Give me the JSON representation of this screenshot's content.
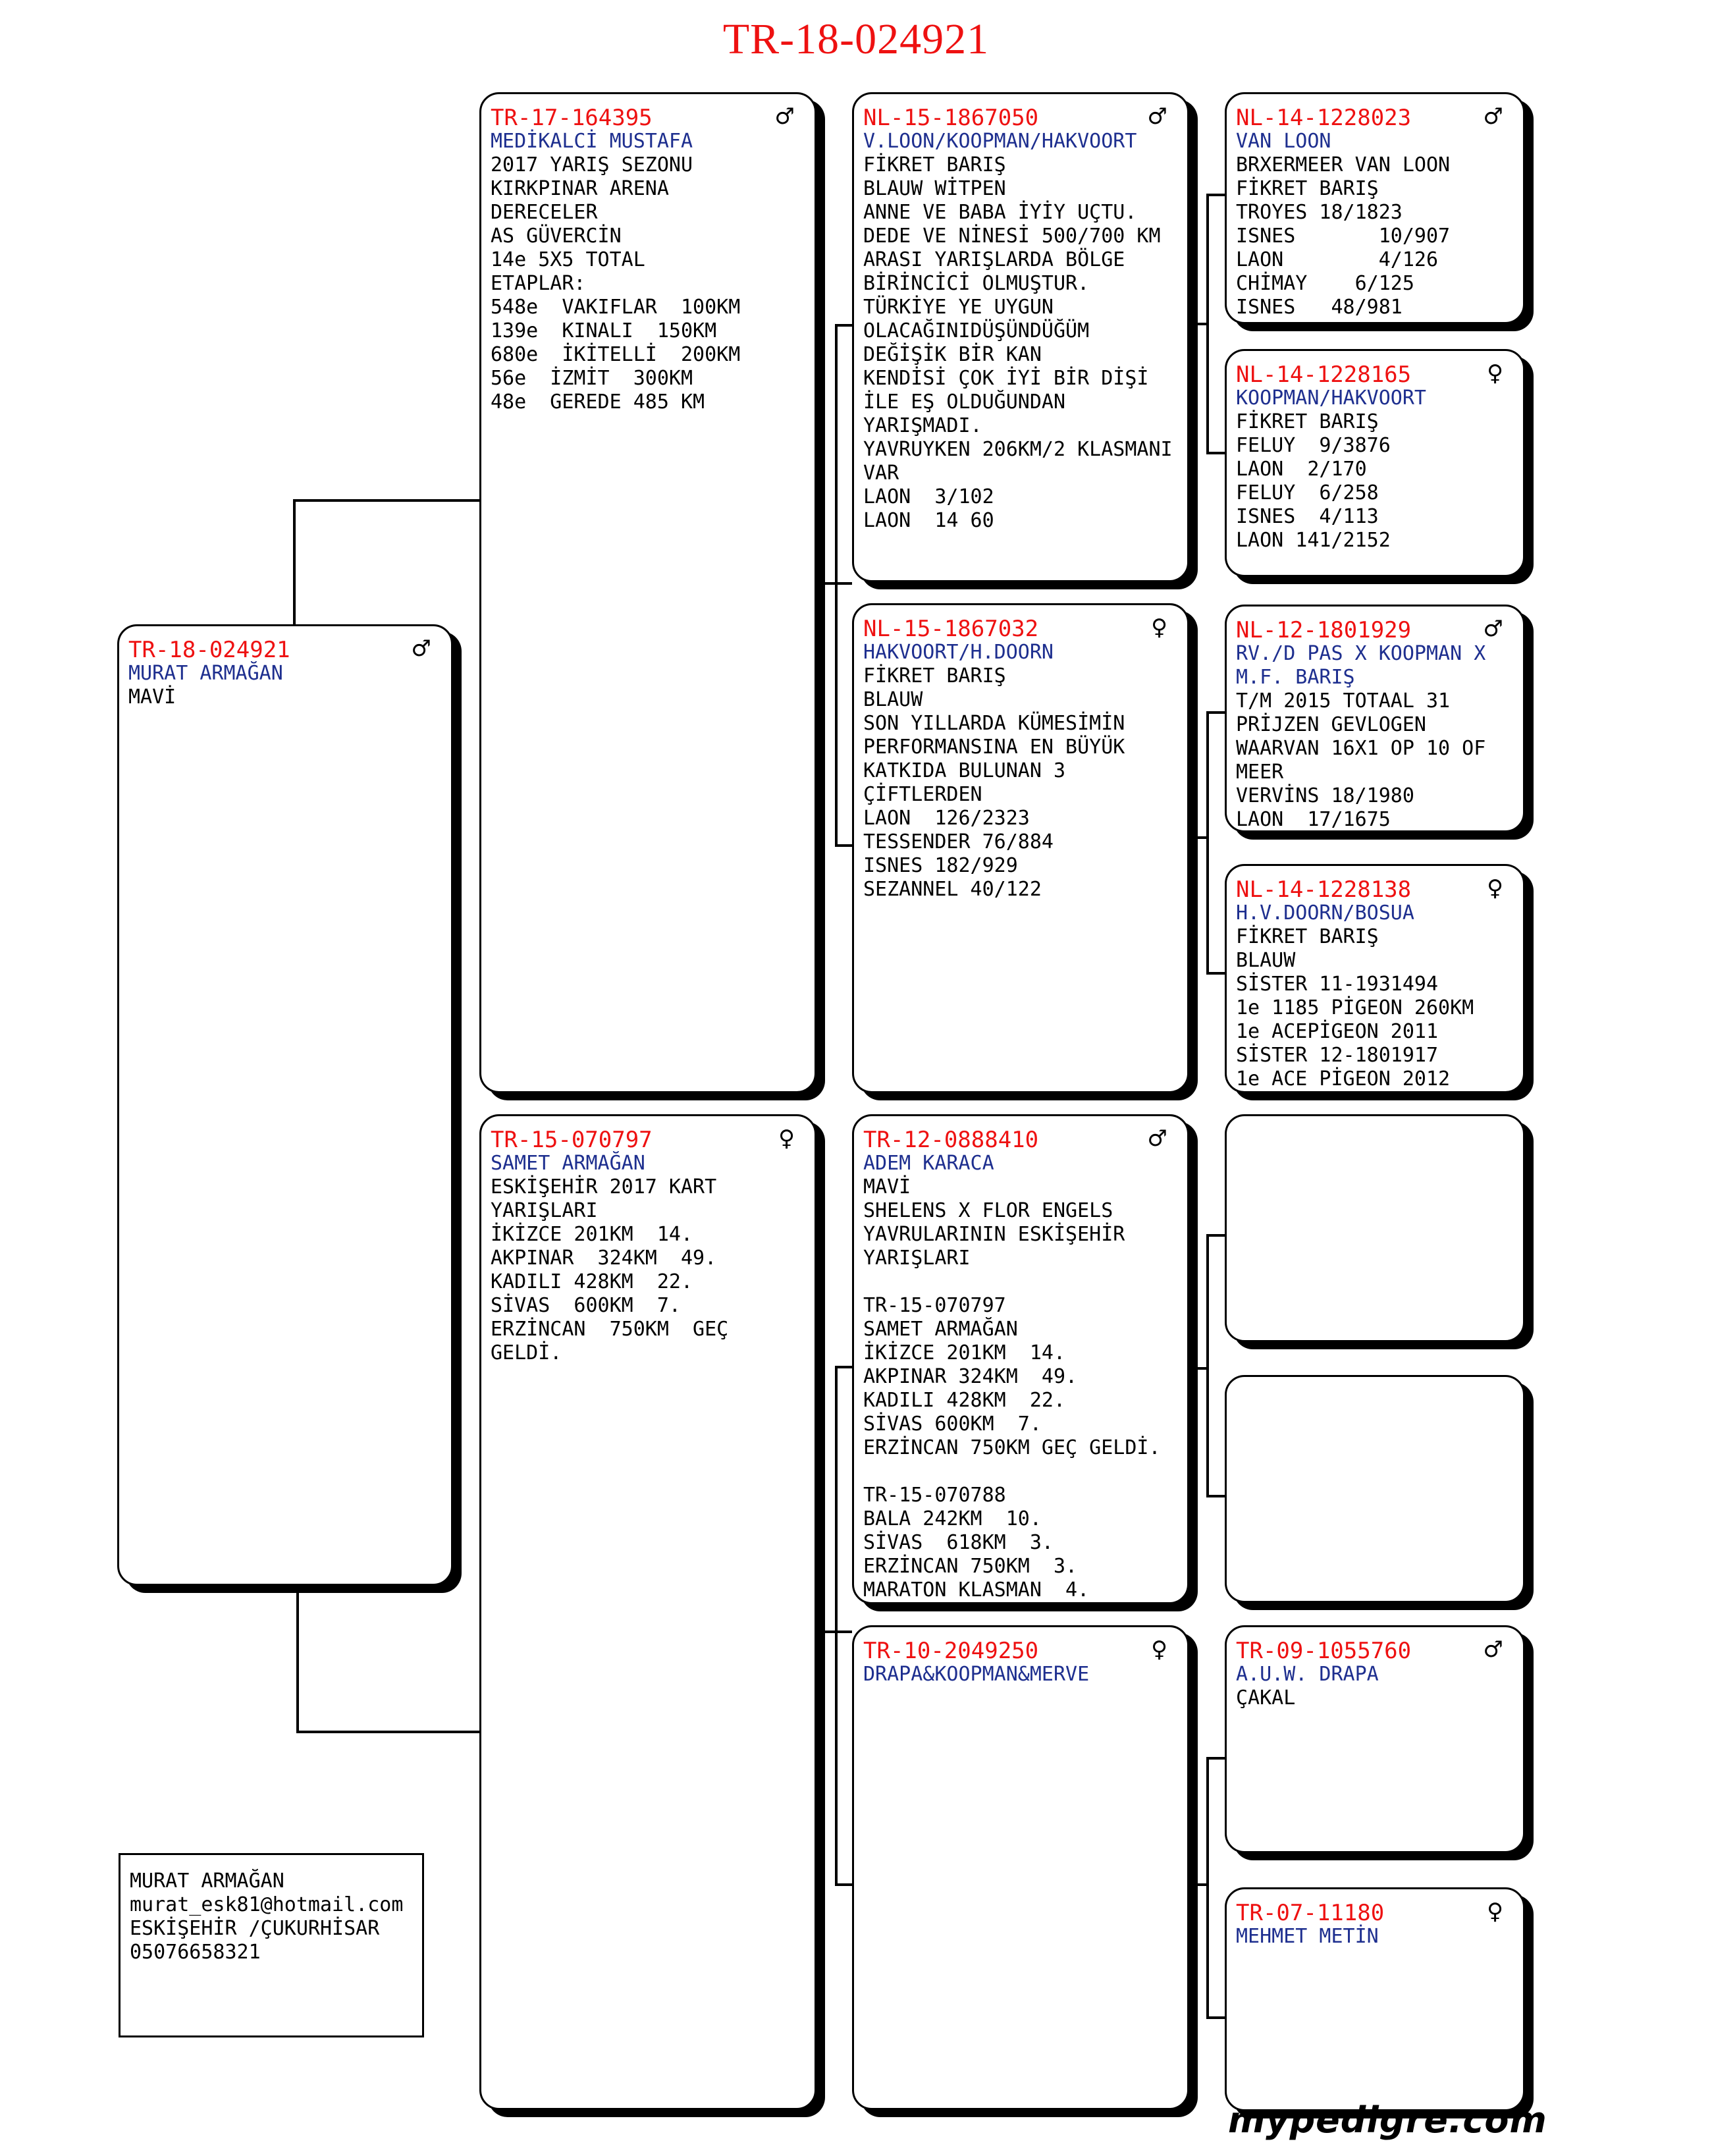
{
  "title": "TR-18-024921",
  "subject": {
    "ring": "TR-18-024921",
    "sex_symbol": "♂",
    "owner": "MURAT ARMAĞAN",
    "lines": [
      "MAVİ"
    ]
  },
  "sire": {
    "ring": "TR-17-164395",
    "sex_symbol": "♂",
    "owner": "MEDİKALCİ MUSTAFA",
    "lines": [
      "2017 YARIŞ SEZONU",
      "KIRKPINAR ARENA",
      "DERECELER",
      "AS GÜVERCİN",
      "14e 5X5 TOTAL",
      "ETAPLAR:",
      "548e  VAKIFLAR  100KM",
      "139e  KINALI  150KM",
      "680e  İKİTELLİ  200KM",
      "56e  İZMİT  300KM",
      "48e  GEREDE 485 KM"
    ]
  },
  "dam": {
    "ring": "TR-15-070797",
    "sex_symbol": "♀",
    "owner": "SAMET ARMAĞAN",
    "lines": [
      "ESKİŞEHİR 2017 KART",
      "YARIŞLARI",
      "İKİZCE 201KM  14.",
      "AKPINAR  324KM  49.",
      "KADILI 428KM  22.",
      "SİVAS  600KM  7.",
      "ERZİNCAN  750KM  GEÇ",
      "GELDİ."
    ]
  },
  "sire_sire": {
    "ring": "NL-15-1867050",
    "sex_symbol": "♂",
    "owner": "V.LOON/KOOPMAN/HAKVOORT",
    "lines": [
      "FİKRET BARIŞ",
      "BLAUW WİTPEN",
      "ANNE VE BABA İYİY UÇTU.",
      "DEDE VE NİNESİ 500/700 KM",
      "ARASI YARIŞLARDA BÖLGE",
      "BİRİNCİCİ OLMUŞTUR.",
      "TÜRKİYE YE UYGUN",
      "OLACAĞINIDÜŞÜNDÜĞÜM",
      "DEĞİŞİK BİR KAN",
      "KENDİSİ ÇOK İYİ BİR DİŞİ",
      "İLE EŞ OLDUĞUNDAN",
      "YARIŞMADI.",
      "YAVRUYKEN 206KM/2 KLASMANI",
      "VAR",
      "LAON  3/102",
      "LAON  14 60"
    ]
  },
  "sire_dam": {
    "ring": "NL-15-1867032",
    "sex_symbol": "♀",
    "owner": "HAKVOORT/H.DOORN",
    "lines": [
      "FİKRET BARIŞ",
      "BLAUW",
      "SON YILLARDA KÜMESİMİN",
      "PERFORMANSINA EN BÜYÜK",
      "KATKIDA BULUNAN 3",
      "ÇİFTLERDEN",
      "LAON  126/2323",
      "TESSENDER 76/884",
      "ISNES 182/929",
      "SEZANNEL 40/122"
    ]
  },
  "dam_sire": {
    "ring": "TR-12-0888410",
    "sex_symbol": "♂",
    "owner": "ADEM KARACA",
    "lines": [
      "MAVİ",
      "SHELENS X FLOR ENGELS",
      "YAVRULARININ ESKİŞEHİR",
      "YARIŞLARI",
      "",
      "TR-15-070797",
      "SAMET ARMAĞAN",
      "İKİZCE 201KM  14.",
      "AKPINAR 324KM  49.",
      "KADILI 428KM  22.",
      "SİVAS 600KM  7.",
      "ERZİNCAN 750KM GEÇ GELDİ.",
      "",
      "TR-15-070788",
      "BALA 242KM  10.",
      "SİVAS  618KM  3.",
      "ERZİNCAN 750KM  3.",
      "MARATON KLASMAN  4."
    ]
  },
  "dam_dam": {
    "ring": "TR-10-2049250",
    "sex_symbol": "♀",
    "owner": "DRAPA&KOOPMAN&MERVE",
    "lines": []
  },
  "ss_sire": {
    "ring": "NL-14-1228023",
    "sex_symbol": "♂",
    "owner": "VAN LOON",
    "lines": [
      "BRXERMEER VAN LOON",
      "FİKRET BARIŞ",
      "TROYES 18/1823",
      "ISNES       10/907",
      "LAON        4/126",
      "CHİMAY    6/125",
      "ISNES   48/981"
    ]
  },
  "ss_dam": {
    "ring": "NL-14-1228165",
    "sex_symbol": "♀",
    "owner": "KOOPMAN/HAKVOORT",
    "lines": [
      "FİKRET BARIŞ",
      "FELUY  9/3876",
      "LAON  2/170",
      "FELUY  6/258",
      "ISNES  4/113",
      "LAON 141/2152"
    ]
  },
  "sd_sire": {
    "ring": "NL-12-1801929",
    "sex_symbol": "♂",
    "owner": "RV./D PAS X KOOPMAN X M.F. BARIŞ",
    "lines": [
      "T/M 2015 TOTAAL 31",
      "PRİJZEN GEVLOGEN",
      "WAARVAN 16X1 OP 10 OF",
      "MEER",
      "VERVİNS 18/1980",
      "LAON  17/1675"
    ]
  },
  "sd_dam": {
    "ring": "NL-14-1228138",
    "sex_symbol": "♀",
    "owner": "H.V.DOORN/BOSUA",
    "lines": [
      "FİKRET BARIŞ",
      "BLAUW",
      "SİSTER 11-1931494",
      "1e 1185 PİGEON 260KM",
      "1e ACEPİGEON 2011",
      "SİSTER 12-1801917",
      "1e ACE PİGEON 2012"
    ]
  },
  "ds_sire": {
    "ring": "",
    "sex_symbol": "",
    "owner": "",
    "lines": []
  },
  "ds_dam": {
    "ring": "",
    "sex_symbol": "",
    "owner": "",
    "lines": []
  },
  "dd_sire": {
    "ring": "TR-09-1055760",
    "sex_symbol": "♂",
    "owner": "A.U.W. DRAPA",
    "lines": [
      "ÇAKAL"
    ]
  },
  "dd_dam": {
    "ring": "TR-07-11180",
    "sex_symbol": "♀",
    "owner": "MEHMET METİN",
    "lines": []
  },
  "breeder": {
    "name": "MURAT ARMAĞAN",
    "email": "murat_esk81@hotmail.com",
    "address": "ESKİŞEHİR /ÇUKURHİSAR",
    "phone": "05076658321"
  },
  "footer": "mypedigre.com"
}
